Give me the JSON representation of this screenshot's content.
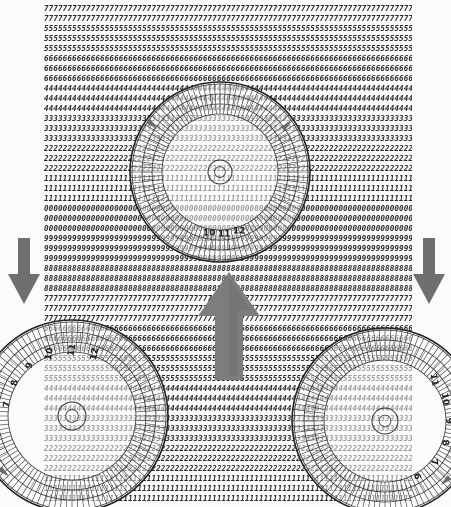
{
  "figure": {
    "digit_rows": [
      "7",
      "7",
      "5",
      "5",
      "5",
      "6",
      "6",
      "6",
      "4",
      "4",
      "4",
      "3",
      "3",
      "3",
      "2",
      "2",
      "2",
      "1",
      "1",
      "1",
      "0",
      "0",
      "0",
      "9",
      "9",
      "9",
      "8",
      "8",
      "8",
      "7",
      "7",
      "7",
      "6",
      "6",
      "6",
      "5",
      "5",
      "5",
      "4",
      "4",
      "4",
      "3",
      "3",
      "3",
      "2",
      "2",
      "2",
      "1",
      "1",
      "1"
    ],
    "wheels": [
      {
        "id": "top-dial",
        "tick_labels": [
          "10",
          "11",
          "12"
        ]
      },
      {
        "id": "left-dial",
        "tick_labels": [
          "7",
          "8",
          "9",
          "10",
          "11",
          "12"
        ]
      },
      {
        "id": "right-dial",
        "tick_labels": [
          "6",
          "7",
          "8",
          "9",
          "10",
          "11"
        ]
      }
    ],
    "arrows": [
      {
        "id": "left-down-arrow",
        "direction": "down"
      },
      {
        "id": "right-down-arrow",
        "direction": "down"
      },
      {
        "id": "center-up-arrow",
        "direction": "up"
      }
    ],
    "colors": {
      "paper": "#fbfbfa",
      "ink": "#2b2b2b",
      "arrow": "#7a7a7a",
      "arrow_dark": "#555555"
    }
  }
}
